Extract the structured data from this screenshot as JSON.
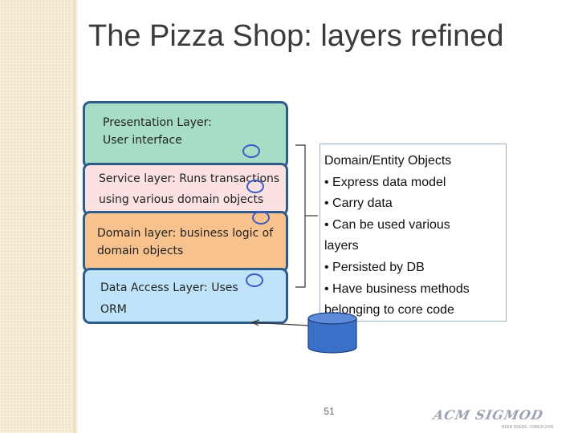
{
  "slide": {
    "title": "The Pizza Shop: layers refined",
    "page_number": "51",
    "logo_text": "ACM SIGMOD",
    "footer_note": "ВЕЕВ ЯЕЕВЕ, ©ЯВЕЯ 2006"
  },
  "layers": [
    {
      "line1": "Presentation Layer:",
      "line2": "User interface"
    },
    {
      "line1": "Service layer:  Runs transactions",
      "line2": "using various domain objects"
    },
    {
      "line1": "Domain layer: business logic of",
      "line2": "domain objects"
    },
    {
      "line1": "Data Access Layer: Uses",
      "line2": "ORM"
    }
  ],
  "objects_box": {
    "heading": "Domain/Entity Objects",
    "lines": [
      "• Express data model",
      "• Carry data",
      "• Can be used various",
      "layers",
      "• Persisted by DB",
      "• Have business methods",
      "belonging to core code"
    ]
  },
  "colors": {
    "presentation": "#a6ddc4",
    "service": "#fbe1e1",
    "domain": "#f8c28e",
    "data_access": "#bfe3f9",
    "layer_border": "#2e5c8a",
    "ring": "#3a5cc4",
    "database": "#3b70c9"
  }
}
